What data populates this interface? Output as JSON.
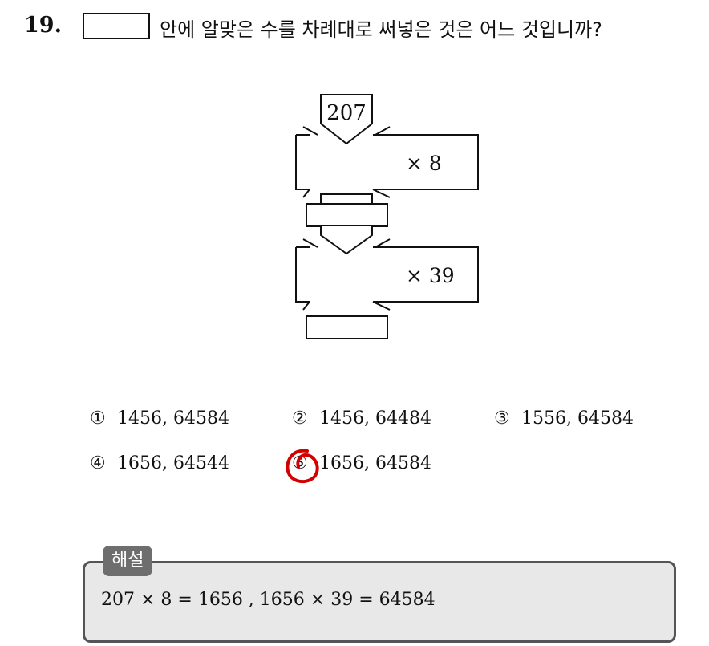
{
  "question": {
    "number": "19.",
    "prompt": "안에 알맞은 수를 차례대로 써넣은 것은 어느 것입니까?"
  },
  "machine": {
    "input": "207",
    "op1": "× 8",
    "op2": "× 39"
  },
  "choices": [
    {
      "marker": "①",
      "text": "1456, 64584"
    },
    {
      "marker": "②",
      "text": "1456, 64484"
    },
    {
      "marker": "③",
      "text": "1556, 64584"
    },
    {
      "marker": "④",
      "text": "1656, 64544"
    },
    {
      "marker": "⑤",
      "text": "1656, 64584"
    }
  ],
  "marked_answer": "⑤",
  "mark_color": "#d40000",
  "solution": {
    "label": "해설",
    "text": "207 × 8 = 1656 , 1656 × 39 = 64584"
  }
}
